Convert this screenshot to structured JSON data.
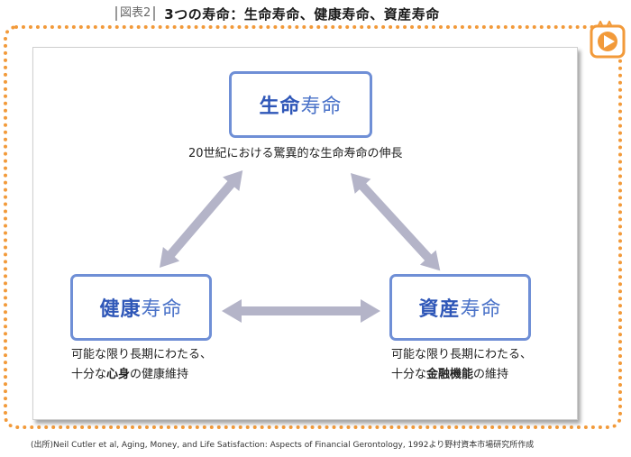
{
  "header": {
    "figure_label": "図表2",
    "title": "3つの寿命：生命寿命、健康寿命、資産寿命"
  },
  "nodes": {
    "life": {
      "bold": "生命",
      "regular": "寿命",
      "caption": "20世紀における驚異的な生命寿命の伸長"
    },
    "health": {
      "bold": "健康",
      "regular": "寿命",
      "caption_line1": "可能な限り長期にわたる、",
      "caption_line2_pre": "十分な",
      "caption_line2_bold": "心身",
      "caption_line2_post": "の健康維持"
    },
    "assets": {
      "bold": "資産",
      "regular": "寿命",
      "caption_line1": "可能な限り長期にわたる、",
      "caption_line2_pre": "十分な",
      "caption_line2_bold": "金融機能",
      "caption_line2_post": "の維持"
    }
  },
  "source": "(出所)Neil Cutler et al, Aging, Money, and Life Satisfaction: Aspects of Financial Gerontology, 1992より野村資本市場研究所作成",
  "colors": {
    "frame_dots": "#f29a3a",
    "box_border": "#6f8fd6",
    "title_text": "#2f57b8",
    "arrow": "#b4b4c8"
  },
  "icons": {
    "badge": "play-icon"
  }
}
